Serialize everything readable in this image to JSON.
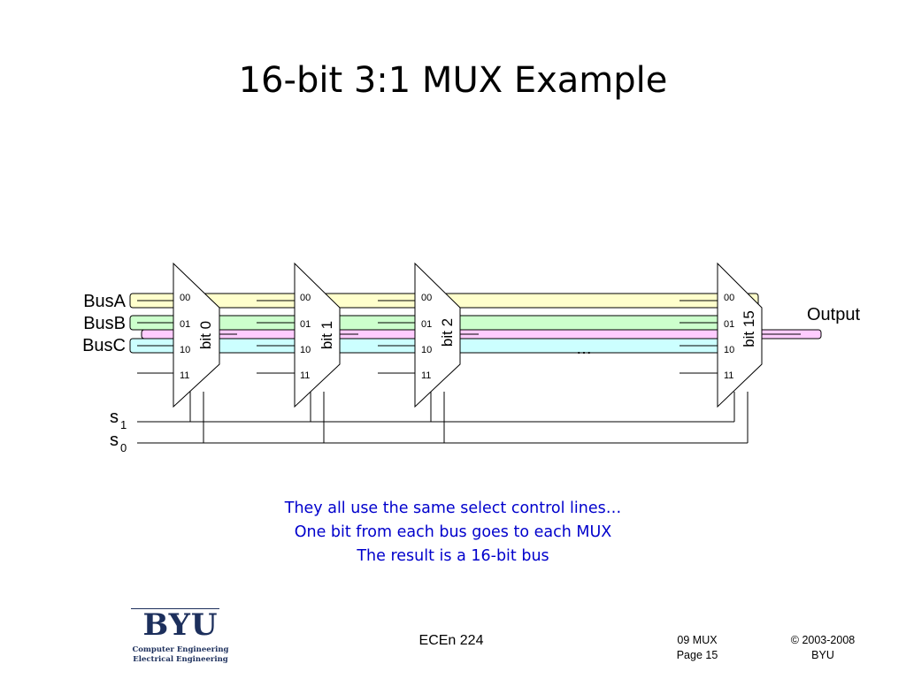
{
  "slide": {
    "title": "16-bit 3:1 MUX Example"
  },
  "diagram": {
    "bus_labels": [
      "BusA",
      "BusB",
      "BusC"
    ],
    "select_labels": [
      {
        "main": "s",
        "sub": "1"
      },
      {
        "main": "s",
        "sub": "0"
      }
    ],
    "output_label": "Output",
    "ellipsis": "…",
    "mux_input_labels": [
      "00",
      "01",
      "10",
      "11"
    ],
    "muxes": [
      {
        "label": "bit 0"
      },
      {
        "label": "bit 1"
      },
      {
        "label": "bit 2"
      },
      {
        "label": "bit 15"
      }
    ],
    "colors": {
      "busA": "#ffffcc",
      "busB": "#ccffcc",
      "busC": "#ccffff",
      "output": "#ffccff"
    }
  },
  "caption": {
    "lines": [
      "They all use the same select control lines…",
      "One bit from each bus goes to each MUX",
      "The result is a 16-bit bus"
    ]
  },
  "footer": {
    "logo_main": "BYU",
    "logo_sub1": "Computer Engineering",
    "logo_sub2": "Electrical Engineering",
    "course": "ECEn 224",
    "lecture": "09 MUX",
    "page": "Page 15",
    "copyright": "© 2003-2008",
    "org": "BYU"
  }
}
